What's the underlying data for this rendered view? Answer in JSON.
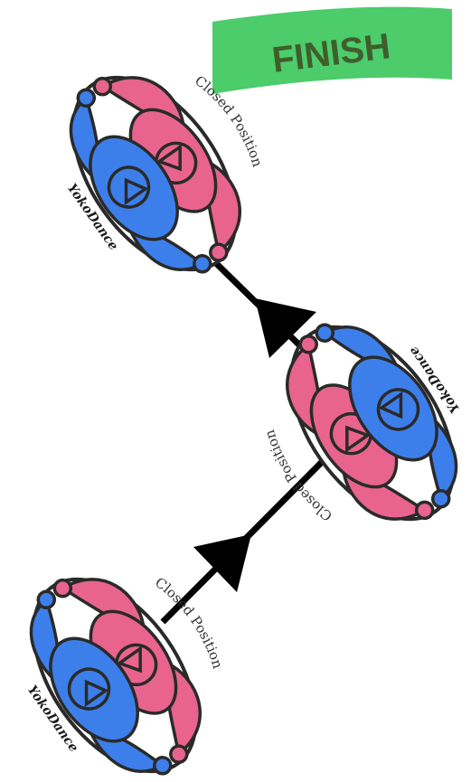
{
  "finish_banner": {
    "label": "FINISH",
    "color": "#4ccc6a",
    "text_color": "#3f5e2c"
  },
  "positions": [
    {
      "step": "start",
      "caption": "Closed Position",
      "watermark": "YokoDance"
    },
    {
      "step": "middle",
      "caption": "Closed Position",
      "watermark": "YokoDance"
    },
    {
      "step": "end",
      "caption": "Closed Position",
      "watermark": "YokoDance"
    }
  ],
  "colors": {
    "leader": "#3d7fea",
    "follower": "#e8648f",
    "outline": "#2a2a2a",
    "path": "#000000"
  },
  "path_icons": [
    "arrow-up-right-icon",
    "arrow-up-left-icon"
  ]
}
